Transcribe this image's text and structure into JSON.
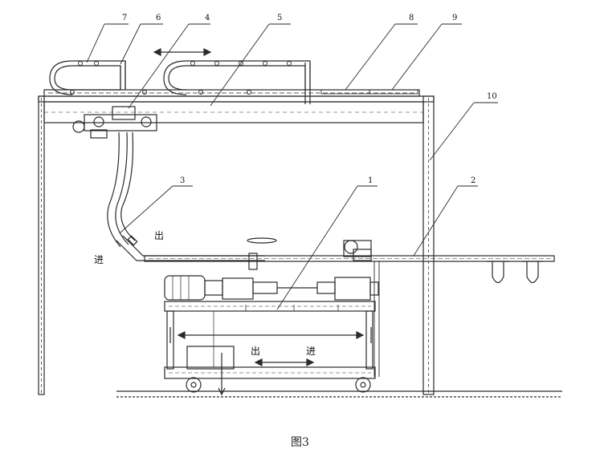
{
  "labels": {
    "n1": "1",
    "n2": "2",
    "n3": "3",
    "n4": "4",
    "n5": "5",
    "n6": "6",
    "n7": "7",
    "n8": "8",
    "n9": "9",
    "n10": "10"
  },
  "text": {
    "out_upper": "出",
    "in_upper": "进",
    "out_lower": "出",
    "in_lower": "进"
  },
  "caption": "图3",
  "colors": {
    "line": "#2a2a2a",
    "hatch": "#6a6a6a"
  }
}
